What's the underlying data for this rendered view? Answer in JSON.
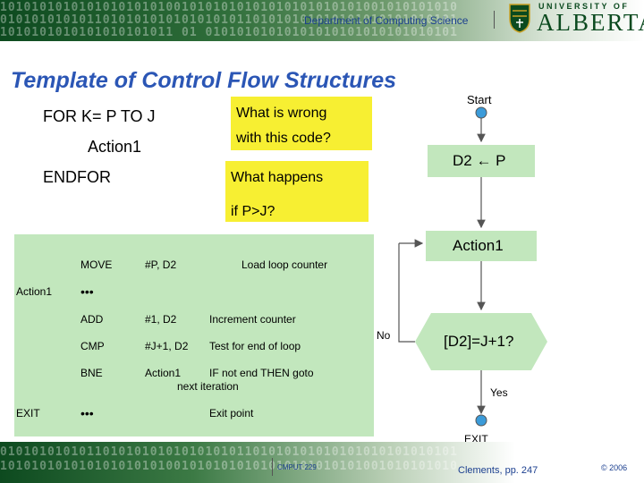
{
  "header": {
    "binary_rows": [
      "1010101010101010101010010101010101010101010101001010101010",
      "0101010101011010101010101010101101010101010101010101010101",
      "1010101010101010101011 01 01010101010101010101010101010101"
    ],
    "department": "Department of Computing Science",
    "logo_top": "UNIVERSITY OF",
    "logo_main": "ALBERTA"
  },
  "title": "Template of Control Flow Structures",
  "pseudocode": {
    "line1": "FOR K= P TO J",
    "line2": "Action1",
    "line3": "ENDFOR"
  },
  "notes": {
    "q1_line1": "What is wrong",
    "q1_line2": "with this code?",
    "q2_line1": "What happens",
    "q2_line2": "if P>J?"
  },
  "assembly": {
    "r1": {
      "label": "",
      "op": "MOVE",
      "arg": "#P, D2",
      "comment": "Load loop counter"
    },
    "r2": {
      "label": "Action1",
      "op": "•••"
    },
    "r3": {
      "op": "ADD",
      "arg": "#1, D2",
      "comment": "Increment counter"
    },
    "r4": {
      "op": "CMP",
      "arg": "#J+1, D2",
      "comment": "Test for end of loop"
    },
    "r5": {
      "op": "BNE",
      "arg": "Action1",
      "comment": "IF not end THEN goto",
      "comment2": "next iteration"
    },
    "r6": {
      "label": "EXIT",
      "op": "•••",
      "comment": "Exit point"
    }
  },
  "flowchart": {
    "start": "Start",
    "init": "D2 ← P",
    "action": "Action1",
    "decision": "[D2]=J+1?",
    "no": "No",
    "yes": "Yes",
    "exit": "EXIT"
  },
  "colors": {
    "title": "#2b56b5",
    "note_fill": "#f7ef32",
    "code_fill": "#c2e7bd",
    "flow_fill": "#c2e7bd",
    "terminal_fill": "#3b9bd9"
  },
  "footer": {
    "course": "CMPUT 229",
    "citation": "Clements, pp. 247",
    "copyright": "© 2006"
  }
}
